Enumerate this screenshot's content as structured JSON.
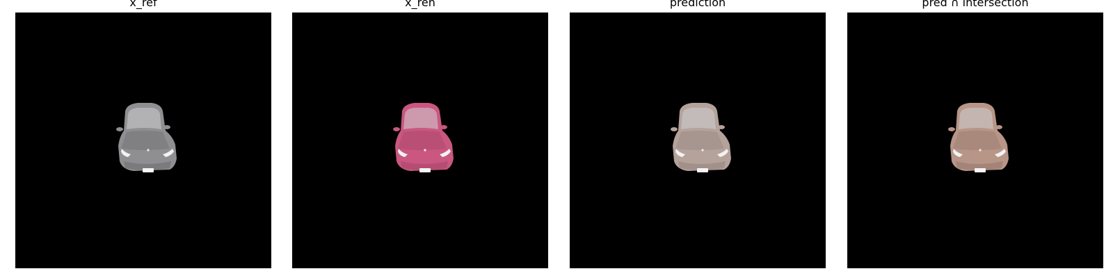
{
  "panels": [
    {
      "title": "x_ref",
      "car_color": "#8f8f92",
      "car_shade": "#6e6e72"
    },
    {
      "title": "x_ren",
      "car_color": "#c9577f",
      "car_shade": "#a8466a"
    },
    {
      "title": "prediction",
      "car_color": "#b4a29b",
      "car_shade": "#968580"
    },
    {
      "title": "pred ∩ intersection",
      "car_color": "#b79587",
      "car_shade": "#977a6e"
    }
  ]
}
